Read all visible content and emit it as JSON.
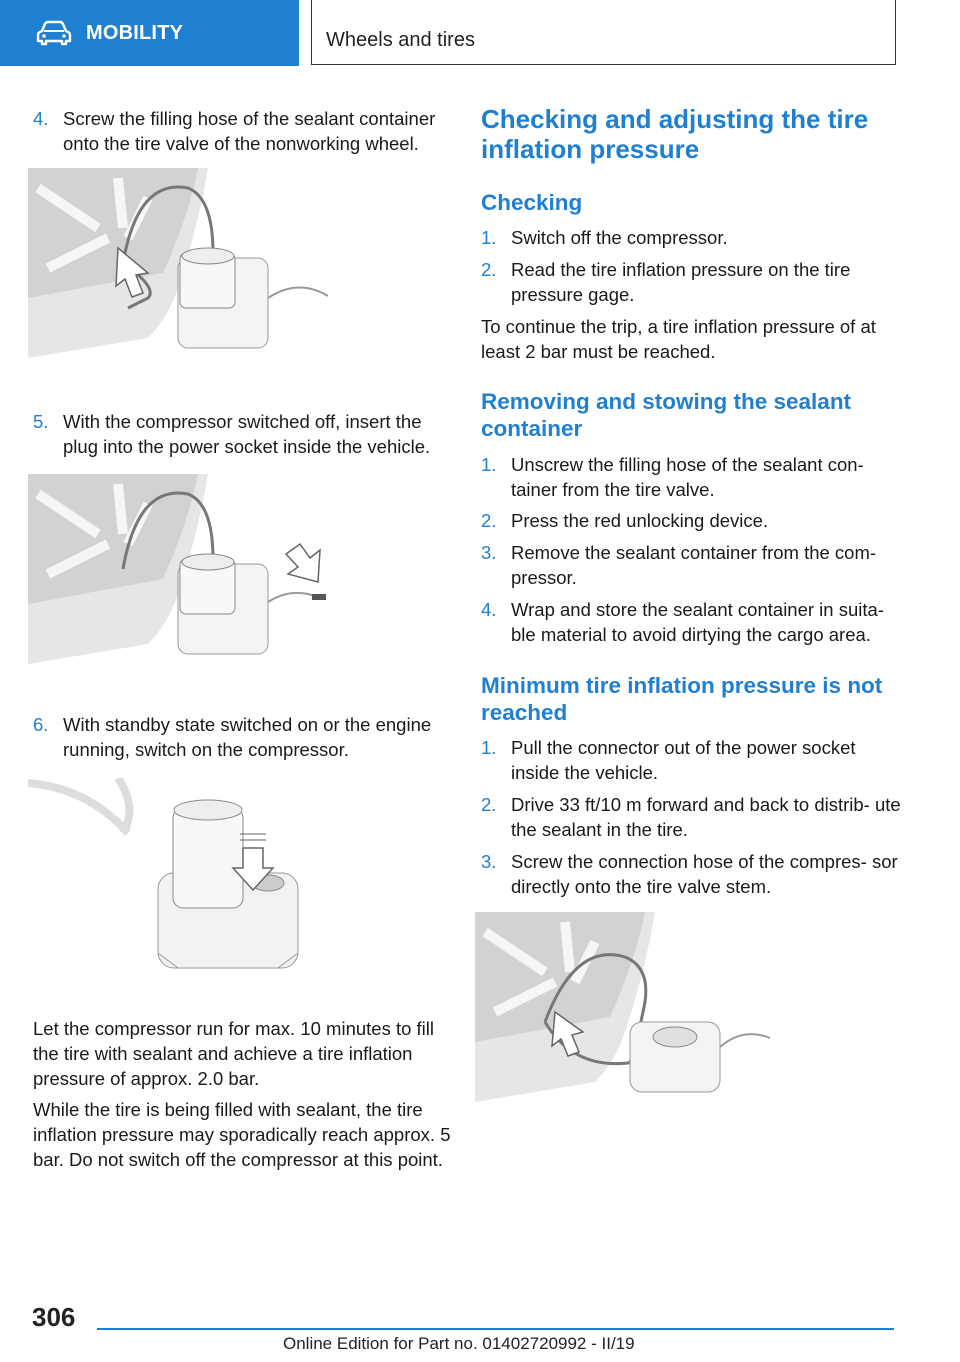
{
  "header": {
    "section": "MOBILITY",
    "icon": "car-icon",
    "title": "Wheels and tires"
  },
  "left_column": {
    "step4": {
      "num": "4.",
      "text": "Screw the filling hose of the sealant container onto the tire valve of the nonworking wheel."
    },
    "step5": {
      "num": "5.",
      "text": "With the compressor switched off, insert the plug into the power socket inside the vehicle."
    },
    "step6": {
      "num": "6.",
      "text": "With standby state switched on or the engine running, switch on the compressor."
    },
    "para1": "Let the compressor run for max. 10 minutes to fill the tire with sealant and achieve a tire inflation pressure of approx. 2.0 bar.",
    "para2": "While the tire is being filled with sealant, the tire inflation pressure may sporadically reach approx. 5 bar. Do not switch off the compressor at this point."
  },
  "right_column": {
    "heading": "Checking and adjusting the tire inflation pressure",
    "checking": {
      "title": "Checking",
      "steps": [
        {
          "num": "1.",
          "text": "Switch off the compressor."
        },
        {
          "num": "2.",
          "text": "Read the tire inflation pressure on the tire pressure gage."
        }
      ],
      "note": "To continue the trip, a tire inflation pressure of at least 2 bar must be reached."
    },
    "removing": {
      "title": "Removing and stowing the sealant container",
      "steps": [
        {
          "num": "1.",
          "text": "Unscrew the filling hose of the sealant con‐ tainer from the tire valve."
        },
        {
          "num": "2.",
          "text": "Press the red unlocking device."
        },
        {
          "num": "3.",
          "text": "Remove the sealant container from the com‐ pressor."
        },
        {
          "num": "4.",
          "text": "Wrap and store the sealant container in suita‐ ble material to avoid dirtying the cargo area."
        }
      ]
    },
    "minimum": {
      "title": "Minimum tire inflation pressure is not reached",
      "steps": [
        {
          "num": "1.",
          "text": "Pull the connector out of the power socket inside the vehicle."
        },
        {
          "num": "2.",
          "text": "Drive 33 ft/10 m forward and back to distrib‐ ute the sealant in the tire."
        },
        {
          "num": "3.",
          "text": "Screw the connection hose of the compres‐ sor directly onto the tire valve stem."
        }
      ]
    }
  },
  "footer": {
    "page_number": "306",
    "edition": "Online Edition for Part no. 01402720992 - II/19"
  },
  "colors": {
    "accent": "#1f7fd0"
  }
}
